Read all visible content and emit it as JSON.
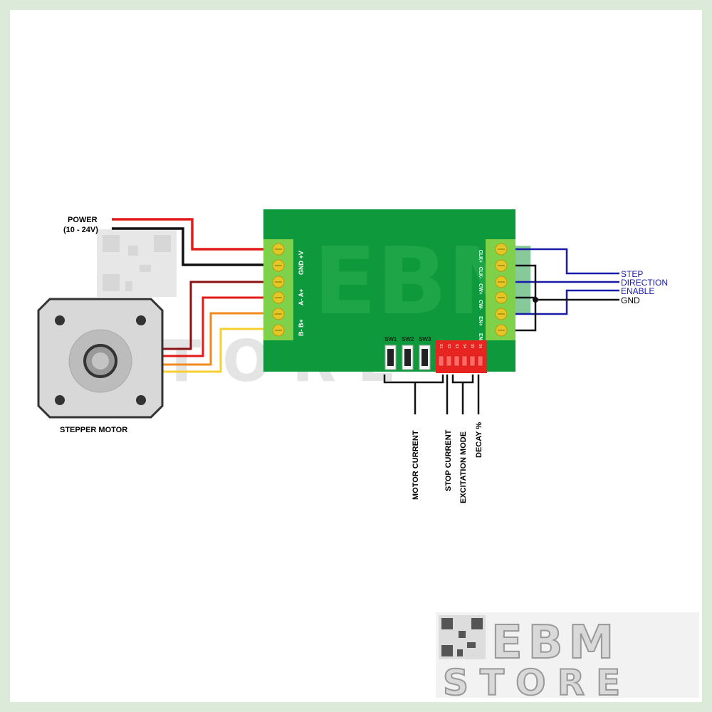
{
  "power": {
    "label": "POWER",
    "range": "(10 - 24V)"
  },
  "motor": {
    "label": "STEPPER MOTOR"
  },
  "left_terminals": [
    "+V",
    "GND",
    "A+",
    "A-",
    "B+",
    "B-"
  ],
  "right_terminals": [
    "CLK+",
    "CLK-",
    "CW+",
    "CW-",
    "EN+",
    "EN-"
  ],
  "signals": {
    "step": "STEP",
    "direction": "DIRECTION",
    "enable": "ENABLE",
    "gnd": "GND"
  },
  "switches": [
    "SW1",
    "SW2",
    "SW3"
  ],
  "dip_labels": [
    "S1",
    "S2",
    "S3",
    "S4",
    "S5",
    "S6"
  ],
  "settings": {
    "motor_current": "MOTOR CURRENT",
    "stop_current": "STOP CURRENT",
    "excitation_mode": "EXCITATION MODE",
    "decay": "DECAY %"
  },
  "watermark": {
    "line1": "EBM",
    "line2": "STORE"
  },
  "colors": {
    "board": "#0e9a3c",
    "terminal": "#7fd14a",
    "screw": "#e4c626",
    "wire_red": "#e21a1a",
    "wire_dark_red": "#8b1212",
    "wire_orange": "#f28a1e",
    "wire_yellow": "#f7cf2f",
    "wire_blue": "#1a1aa8",
    "dip": "#e82420"
  }
}
